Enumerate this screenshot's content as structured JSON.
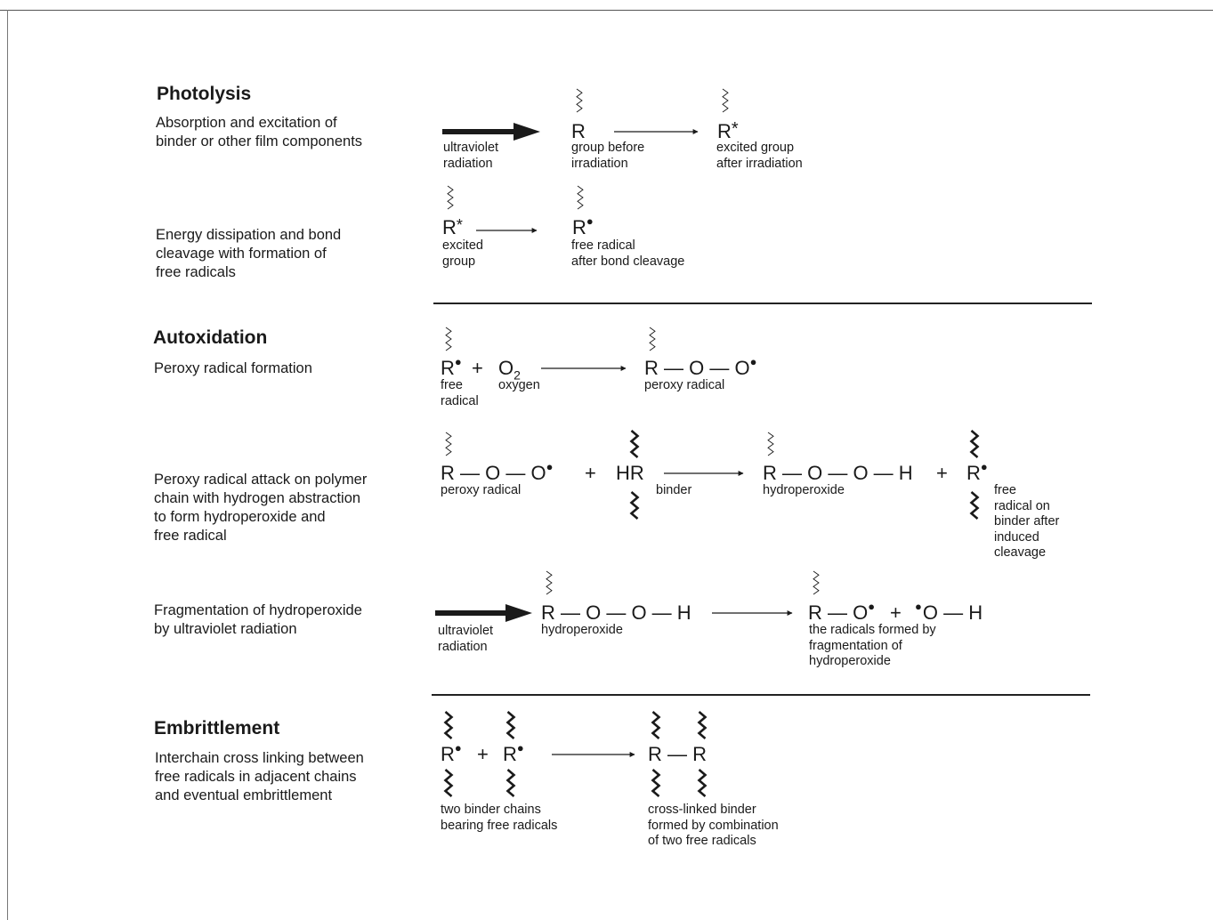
{
  "sections": {
    "photolysis": {
      "heading": "Photolysis",
      "step1_desc": "Absorption and excitation of\nbinder or other film components",
      "step2_desc": "Energy dissipation and bond\ncleavage with formation of\nfree radicals"
    },
    "autoxidation": {
      "heading": "Autoxidation",
      "step1_desc": "Peroxy radical formation",
      "step2_desc": "Peroxy radical attack on polymer\nchain with hydrogen abstraction\nto form hydroperoxide and\nfree radical",
      "step3_desc": "Fragmentation of hydroperoxide\nby ultraviolet radiation"
    },
    "embrittlement": {
      "heading": "Embrittlement",
      "step1_desc": "Interchain cross linking between\nfree radicals in adjacent chains\nand eventual embrittlement"
    }
  },
  "labels": {
    "uv1": "ultraviolet\nradiation",
    "group_before": "group before\nirradiation",
    "excited_after": "excited group\nafter irradiation",
    "excited_group": "excited\ngroup",
    "free_radical_after": "free radical\nafter bond cleavage",
    "free_radical": "free\nradical",
    "oxygen": "oxygen",
    "peroxy1": "peroxy radical",
    "peroxy2": "peroxy radical",
    "binder": "binder",
    "hydroperoxide1": "hydroperoxide",
    "free_radical_binder": "free\nradical on\nbinder after\ninduced\ncleavage",
    "uv2": "ultraviolet\nradiation",
    "hydroperoxide2": "hydroperoxide",
    "radicals_formed": "the radicals formed by\nfragmentation of\nhydroperoxide",
    "two_chains": "two binder chains\nbearing free radicals",
    "crosslinked": "cross-linked binder\nformed by combination\nof two free radicals"
  },
  "chem": {
    "R": "R",
    "star": "*",
    "dot": "●",
    "plus": "+",
    "O": "O",
    "two": "2",
    "ROO": "R — O — O",
    "HR": "HR",
    "ROOH": "R — O — O — H",
    "RO": "R — O",
    "OH": "O — H",
    "RR": "R — R"
  },
  "colors": {
    "ink": "#1a1a1a",
    "rule": "#222222"
  }
}
